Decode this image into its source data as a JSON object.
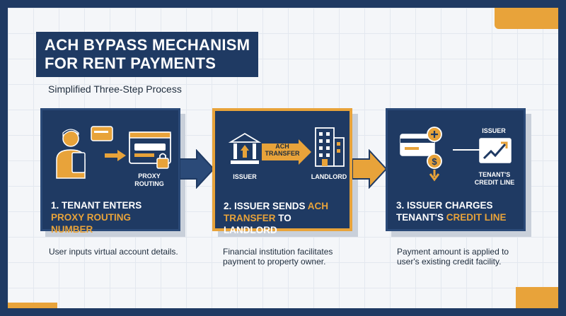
{
  "title_line1": "ACH BYPASS MECHANISM",
  "title_line2": "FOR RENT PAYMENTS",
  "subtitle": "Simplified Three-Step Process",
  "steps": [
    {
      "heading_plain": "1. TENANT ENTERS",
      "heading_highlight": "PROXY ROUTING NUMBER",
      "icon_label": "PROXY ROUTING",
      "icon_label_line1": "PROXY",
      "icon_label_line2": "ROUTING",
      "description": "User inputs virtual account details."
    },
    {
      "heading_plain1": "2. ISSUER SENDS",
      "heading_highlight1": "ACH",
      "heading_highlight2": "TRANSFER",
      "heading_plain2": "TO LANDLORD",
      "left_label": "ISSUER",
      "right_label": "LANDLORD",
      "arrow_label_line1": "ACH",
      "arrow_label_line2": "TRANSFER",
      "description": "Financial institution facilitates payment to property owner."
    },
    {
      "heading_plain1": "3. ISSUER CHARGES",
      "heading_plain2": "TENANT'S",
      "heading_highlight": "CREDIT LINE",
      "top_label": "ISSUER",
      "right_label_line1": "TENANT'S",
      "right_label_line2": "CREDIT LINE",
      "description": "Payment amount is applied to user's existing credit facility."
    }
  ],
  "colors": {
    "navy": "#1f3a63",
    "orange": "#e8a33a",
    "background": "#f4f6f9"
  }
}
